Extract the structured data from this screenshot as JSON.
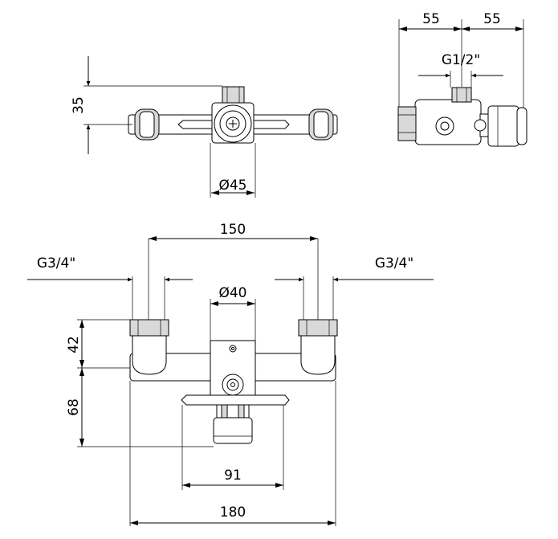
{
  "drawing": {
    "dims": {
      "top_width_left": "55",
      "top_width_right": "55",
      "top_thread": "G1/2\"",
      "height_35": "35",
      "diameter_45": "Ø45",
      "spacing_150": "150",
      "thread_left": "G3/4\"",
      "thread_right": "G3/4\"",
      "diameter_40": "Ø40",
      "height_42": "42",
      "height_68": "68",
      "width_91": "91",
      "width_180": "180"
    }
  }
}
